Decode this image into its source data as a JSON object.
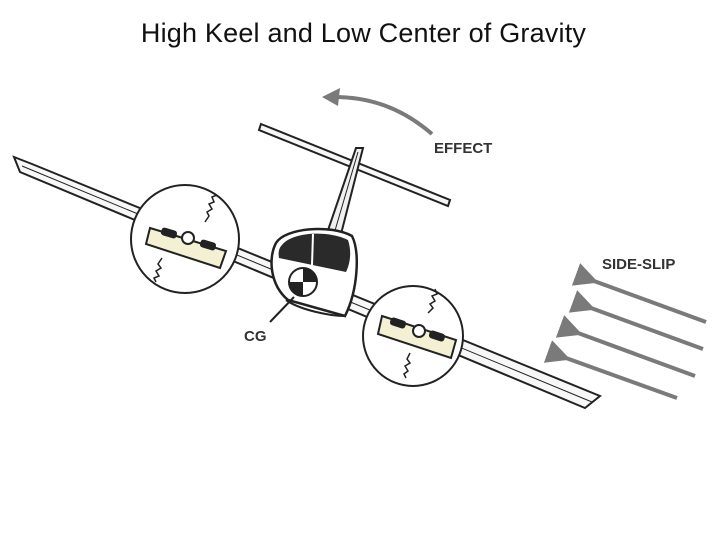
{
  "title": "High Keel and Low Center of Gravity",
  "labels": {
    "effect": "EFFECT",
    "side_slip": "SIDE-SLIP",
    "cg": "CG"
  },
  "colors": {
    "outline": "#222222",
    "nacelle_fill": "#f4f0d4",
    "arrow_gray": "#7a7a7a",
    "label_text": "#333333"
  }
}
